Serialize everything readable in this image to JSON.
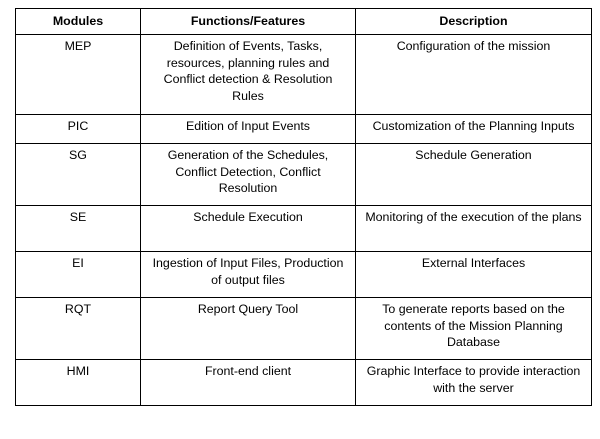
{
  "table": {
    "headers": [
      "Modules",
      "Functions/Features",
      "Description"
    ],
    "rows": [
      {
        "module": "MEP",
        "functions": "Definition of Events, Tasks, resources,  planning rules and Conflict detection & Resolution Rules",
        "description": "Configuration of the mission"
      },
      {
        "module": "PIC",
        "functions": "Edition of Input Events",
        "description": "Customization of the Planning Inputs"
      },
      {
        "module": "SG",
        "functions": "Generation of the Schedules, Conflict Detection, Conflict Resolution",
        "description": "Schedule Generation"
      },
      {
        "module": "SE",
        "functions": "Schedule Execution",
        "description": "Monitoring of the execution of the plans"
      },
      {
        "module": "EI",
        "functions": "Ingestion of Input Files, Production of output files",
        "description": "External Interfaces"
      },
      {
        "module": "RQT",
        "functions": "Report Query Tool",
        "description": "To generate reports based on the contents of the Mission Planning Database"
      },
      {
        "module": "HMI",
        "functions": "Front-end client",
        "description": "Graphic Interface to provide interaction with the server"
      }
    ]
  }
}
